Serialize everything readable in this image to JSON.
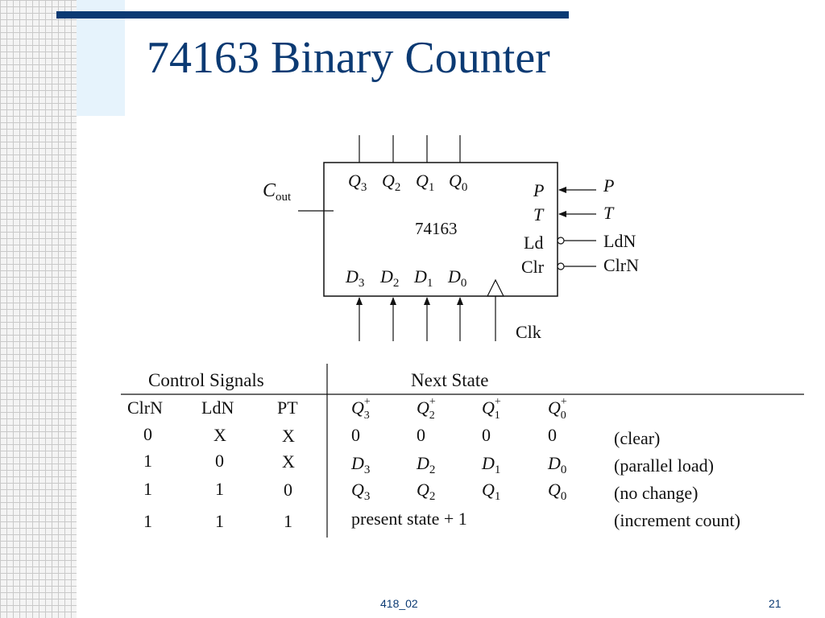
{
  "slide": {
    "title": "74163 Binary Counter",
    "footer_text": "418_02",
    "page_number": "21"
  },
  "diagram": {
    "chip_label": "74163",
    "outputs": [
      {
        "base": "Q",
        "sub": "3"
      },
      {
        "base": "Q",
        "sub": "2"
      },
      {
        "base": "Q",
        "sub": "1"
      },
      {
        "base": "Q",
        "sub": "0"
      }
    ],
    "inputs": [
      {
        "base": "D",
        "sub": "3"
      },
      {
        "base": "D",
        "sub": "2"
      },
      {
        "base": "D",
        "sub": "1"
      },
      {
        "base": "D",
        "sub": "0"
      }
    ],
    "cout": {
      "base": "C",
      "sub": "out"
    },
    "right_pins": [
      {
        "inside": "P",
        "outside": "P"
      },
      {
        "inside": "T",
        "outside": "T"
      },
      {
        "inside": "Ld",
        "outside": "LdN"
      },
      {
        "inside": "Clr",
        "outside": "ClrN"
      }
    ],
    "clock_label": "Clk"
  },
  "table": {
    "group_headers": {
      "control": "Control Signals",
      "next": "Next State"
    },
    "control_columns": [
      "ClrN",
      "LdN",
      "PT"
    ],
    "next_columns": [
      {
        "base": "Q",
        "sub": "3",
        "sup": "+"
      },
      {
        "base": "Q",
        "sub": "2",
        "sup": "+"
      },
      {
        "base": "Q",
        "sub": "1",
        "sup": "+"
      },
      {
        "base": "Q",
        "sub": "0",
        "sup": "+"
      }
    ],
    "rows": [
      {
        "control": [
          "0",
          "X",
          "X"
        ],
        "next": [
          {
            "base": "0",
            "sub": ""
          },
          {
            "base": "0",
            "sub": ""
          },
          {
            "base": "0",
            "sub": ""
          },
          {
            "base": "0",
            "sub": ""
          }
        ],
        "span": "",
        "note": "(clear)"
      },
      {
        "control": [
          "1",
          "0",
          "X"
        ],
        "next": [
          {
            "base": "D",
            "sub": "3"
          },
          {
            "base": "D",
            "sub": "2"
          },
          {
            "base": "D",
            "sub": "1"
          },
          {
            "base": "D",
            "sub": "0"
          }
        ],
        "span": "",
        "note": "(parallel load)"
      },
      {
        "control": [
          "1",
          "1",
          "0"
        ],
        "next": [
          {
            "base": "Q",
            "sub": "3"
          },
          {
            "base": "Q",
            "sub": "2"
          },
          {
            "base": "Q",
            "sub": "1"
          },
          {
            "base": "Q",
            "sub": "0"
          }
        ],
        "span": "",
        "note": "(no change)"
      },
      {
        "control": [
          "1",
          "1",
          "1"
        ],
        "next": [],
        "span": "present state + 1",
        "note": "(increment count)"
      }
    ]
  }
}
